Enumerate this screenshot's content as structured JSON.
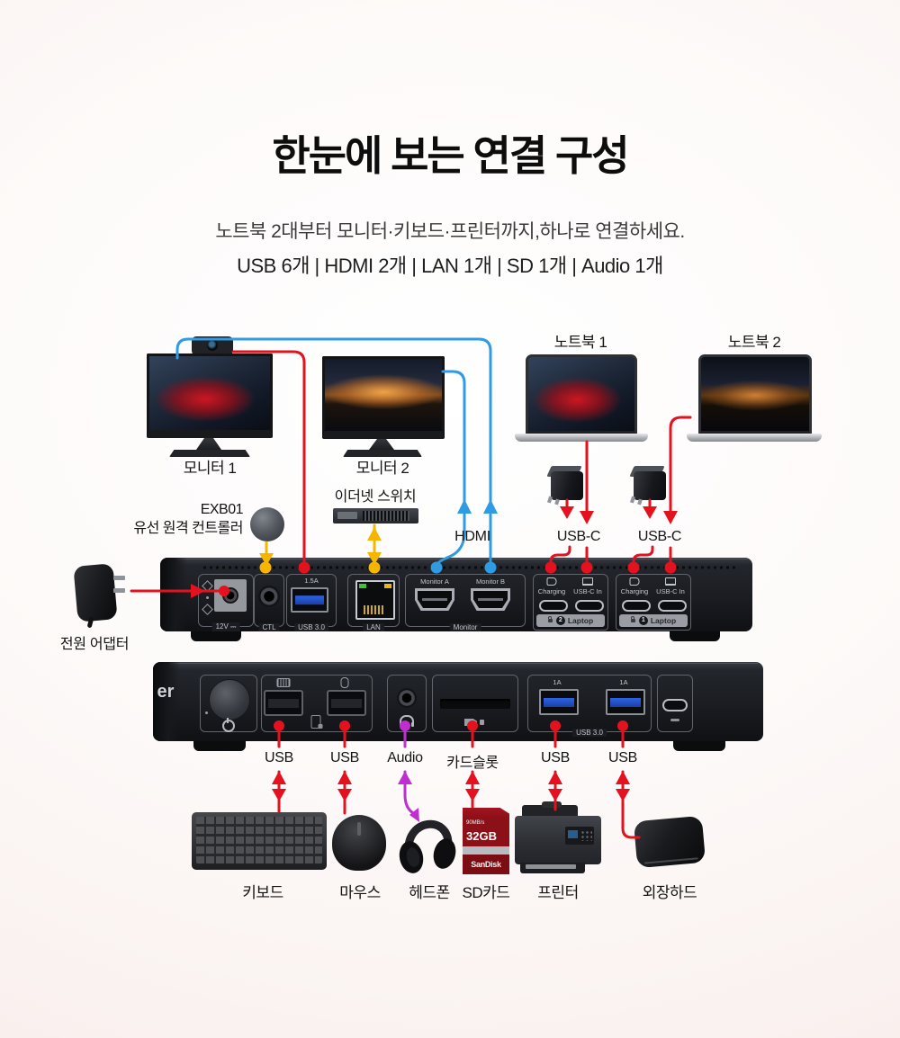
{
  "header": {
    "title": "한눈에 보는 연결 구성",
    "subtitle": "노트북 2대부터 모니터·키보드·프린터까지,하나로 연결하세요.",
    "specs": "USB 6개 | HDMI 2개 | LAN 1개 | SD 1개 | Audio 1개"
  },
  "labels": {
    "monitor1": "모니터 1",
    "monitor2": "모니터 2",
    "laptop1": "노트북 1",
    "laptop2": "노트북 2",
    "ethernet_switch": "이더넷 스위치",
    "controller_model": "EXB01",
    "controller_name": "유선 원격 컨트롤러",
    "hdmi": "HDMI",
    "usbc_1": "USB-C",
    "usbc_2": "USB-C",
    "power_adapter": "전원 어댑터"
  },
  "front_port_labels": {
    "usb1": "USB",
    "usb2": "USB",
    "audio": "Audio",
    "card_slot": "카드슬롯",
    "usb3": "USB",
    "usb4": "USB"
  },
  "peripherals": {
    "keyboard": "키보드",
    "mouse": "마우스",
    "headphone": "헤드폰",
    "sdcard": "SD카드",
    "printer": "프린터",
    "hdd": "외장하드"
  },
  "rear_dock": {
    "v12": "12V",
    "ctl": "CTL",
    "amp": "1.5A",
    "usb30": "USB 3.0",
    "lan": "LAN",
    "monitor_a": "Monitor A",
    "monitor_b": "Monitor B",
    "monitor_group": "Monitor",
    "charging": "Charging",
    "usbc_in": "USB-C In",
    "laptop_word": "Laptop",
    "num2": "2",
    "num1": "1"
  },
  "front_dock": {
    "brand_partial": "er",
    "a1": "1A",
    "a2": "1A",
    "usb30": "USB 3.0"
  },
  "sd_card": {
    "speed": "90MB/s",
    "capacity": "32GB",
    "brand": "SanDisk"
  },
  "colors": {
    "hdmi_blue": "#2f9be4",
    "usb_red": "#e4121e",
    "ctl_yellow": "#f6b600",
    "audio_purple": "#bf2fd0"
  }
}
